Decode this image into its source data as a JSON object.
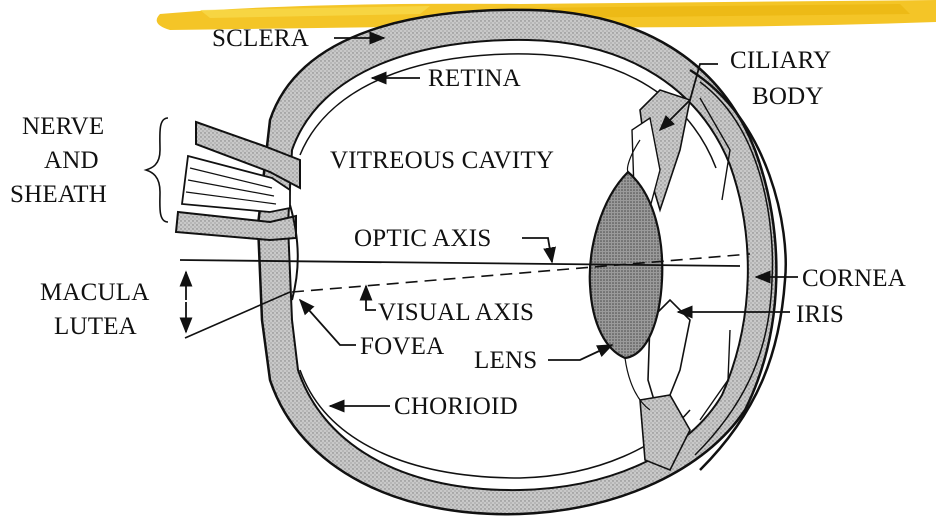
{
  "labels": {
    "sclera": "SCLERA",
    "retina": "RETINA",
    "ciliary_body_line1": "CILIARY",
    "ciliary_body_line2": "BODY",
    "nerve_line1": "NERVE",
    "nerve_line2": "AND",
    "nerve_line3": "SHEATH",
    "vitreous_cavity": "VITREOUS CAVITY",
    "optic_axis": "OPTIC AXIS",
    "cornea": "CORNEA",
    "macula_line1": "MACULA",
    "macula_line2": "LUTEA",
    "visual_axis": "VISUAL AXIS",
    "iris": "IRIS",
    "fovea": "FOVEA",
    "lens": "LENS",
    "chorioid": "CHORIOID"
  },
  "colors": {
    "banner": "#f3c21b",
    "ink": "#111111",
    "wall_fill": "#b8b8b8",
    "lens_fill": "#8a8a8a",
    "background": "#ffffff"
  }
}
